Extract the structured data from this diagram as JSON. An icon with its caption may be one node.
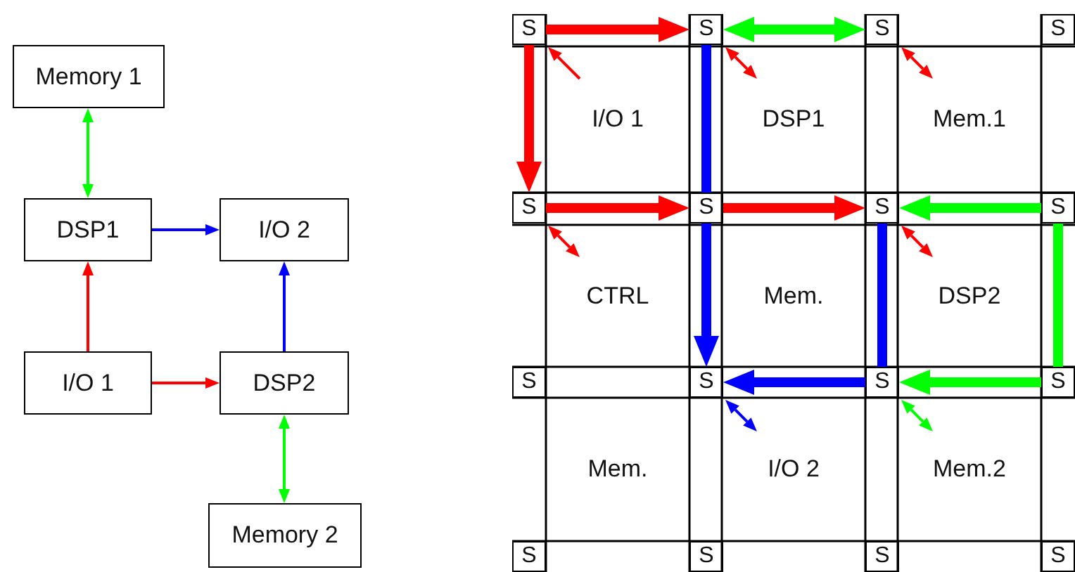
{
  "diagram": {
    "nodes": [
      {
        "text": [
          "Memory 1"
        ]
      },
      {
        "text": [
          "DSP1"
        ]
      },
      {
        "text": [
          "I/O 2"
        ]
      },
      {
        "text": [
          "I/O 1"
        ]
      },
      {
        "text": [
          "DSP2"
        ]
      },
      {
        "text": [
          "Memory 2"
        ]
      },
      {
        "text": [
          "S"
        ]
      },
      {
        "text": [
          "S"
        ]
      },
      {
        "text": [
          "S"
        ]
      },
      {
        "text": [
          "S"
        ]
      },
      {
        "text": [
          "I/O 1"
        ]
      },
      {
        "text": [
          "DSP1"
        ]
      },
      {
        "text": [
          "Mem.1"
        ]
      },
      {
        "text": [
          "S"
        ]
      },
      {
        "text": [
          "S"
        ]
      },
      {
        "text": [
          "S"
        ]
      },
      {
        "text": [
          "S"
        ]
      },
      {
        "text": [
          "CTRL"
        ]
      },
      {
        "text": [
          "Mem."
        ]
      },
      {
        "text": [
          "DSP2"
        ]
      },
      {
        "text": [
          "S"
        ]
      },
      {
        "text": [
          "S"
        ]
      },
      {
        "text": [
          "S"
        ]
      },
      {
        "text": [
          "S"
        ]
      },
      {
        "text": [
          "Mem."
        ]
      },
      {
        "text": [
          "I/O 2"
        ]
      },
      {
        "text": [
          "Mem.2"
        ]
      },
      {
        "text": [
          "S"
        ]
      },
      {
        "text": [
          "S"
        ]
      },
      {
        "text": [
          "S"
        ]
      },
      {
        "text": [
          "S"
        ]
      }
    ],
    "edges": [
      {
        "from": 0,
        "to": 1,
        "arrow": "both",
        "color": "#00ff00"
      },
      {
        "from": 1,
        "to": 2,
        "arrow": "to",
        "color": "#0000ff"
      },
      {
        "from": 3,
        "to": 1,
        "arrow": "to",
        "color": "#ff0000"
      },
      {
        "from": 3,
        "to": 4,
        "arrow": "to",
        "color": "#ff0000"
      },
      {
        "from": 4,
        "to": 2,
        "arrow": "to",
        "color": "#0000ff"
      },
      {
        "from": 4,
        "to": 5,
        "arrow": "both",
        "color": "#00ff00"
      },
      {
        "from": 6,
        "to": 7,
        "arrow": "to",
        "style": "thick",
        "color": "#ff0000"
      },
      {
        "from": 7,
        "to": 8,
        "arrow": "both",
        "style": "thick",
        "color": "#00ff00"
      },
      {
        "from": 6,
        "to": 13,
        "arrow": "to",
        "style": "thick",
        "color": "#ff0000"
      },
      {
        "from": 7,
        "to": 14,
        "arrow": "none",
        "style": "thick",
        "color": "#0000ff"
      },
      {
        "from": 13,
        "to": 14,
        "arrow": "to",
        "style": "thick",
        "color": "#ff0000"
      },
      {
        "from": 14,
        "to": 15,
        "arrow": "to",
        "style": "thick",
        "color": "#ff0000"
      },
      {
        "from": 16,
        "to": 15,
        "arrow": "to",
        "style": "thick",
        "color": "#00ff00"
      },
      {
        "from": 14,
        "to": 21,
        "arrow": "to",
        "style": "thick",
        "color": "#0000ff"
      },
      {
        "from": 15,
        "to": 22,
        "arrow": "none",
        "style": "thick",
        "color": "#0000ff"
      },
      {
        "from": 16,
        "to": 23,
        "arrow": "none",
        "style": "thick",
        "color": "#00ff00"
      },
      {
        "from": 22,
        "to": 21,
        "arrow": "to",
        "style": "thick",
        "color": "#0000ff"
      },
      {
        "from": 23,
        "to": 22,
        "arrow": "to",
        "style": "thick",
        "color": "#00ff00"
      },
      {
        "from": 10,
        "to": 6,
        "arrow": "to",
        "color": "#ff0000"
      },
      {
        "from": 7,
        "to": 11,
        "arrow": "both",
        "color": "#ff0000"
      },
      {
        "from": 8,
        "to": 12,
        "arrow": "both",
        "color": "#ff0000"
      },
      {
        "from": 13,
        "to": 17,
        "arrow": "both",
        "color": "#ff0000"
      },
      {
        "from": 15,
        "to": 19,
        "arrow": "both",
        "color": "#ff0000"
      },
      {
        "from": 21,
        "to": 25,
        "arrow": "both",
        "color": "#0000ff"
      },
      {
        "from": 22,
        "to": 26,
        "arrow": "both",
        "color": "#00ff00"
      }
    ]
  }
}
